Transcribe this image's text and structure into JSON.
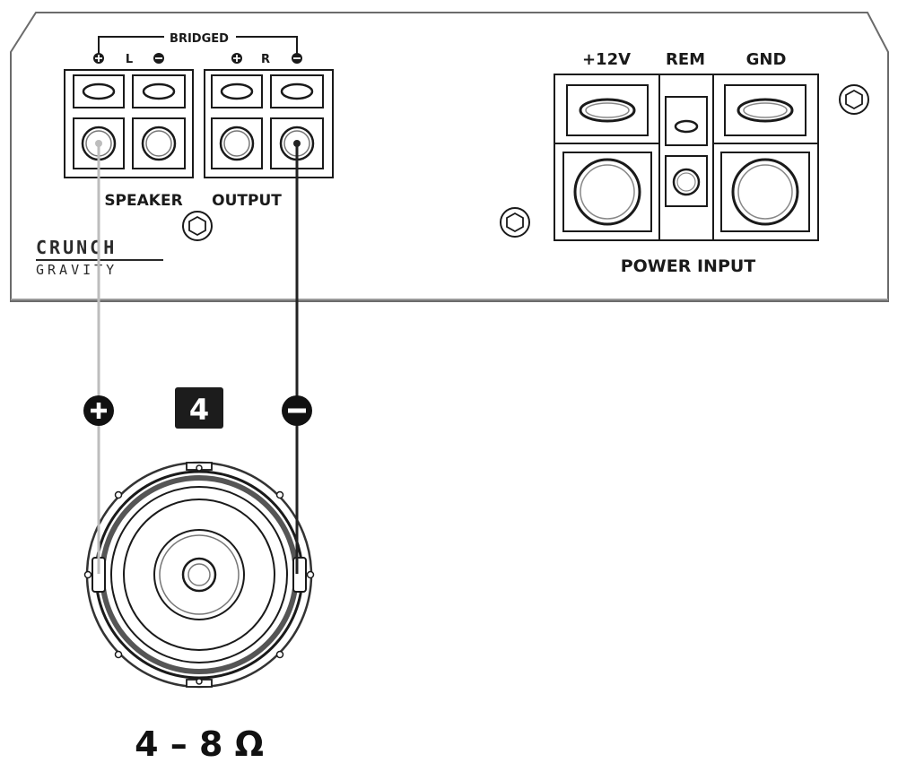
{
  "colors": {
    "ink": "#1a1a1a",
    "panel_fill": "#ffffff",
    "positive_wire": "#bdbdbd",
    "negative_wire": "#222222",
    "badge_fill": "#1c1c1c"
  },
  "amplifier": {
    "speaker_block": {
      "bridged_label": "BRIDGED",
      "channel_left": "L",
      "channel_right": "R",
      "caption_left": "SPEAKER",
      "caption_right": "OUTPUT"
    },
    "power_block": {
      "terminal_12v": "+12V",
      "terminal_rem": "REM",
      "terminal_gnd": "GND",
      "caption": "POWER INPUT"
    },
    "logo": {
      "line1": "CRUNCH",
      "line2": "GRAVITY"
    }
  },
  "speaker": {
    "count_badge": "4",
    "impedance": "4 – 8 Ω",
    "positive_icon": "plus-circle-icon",
    "negative_icon": "minus-circle-icon"
  }
}
